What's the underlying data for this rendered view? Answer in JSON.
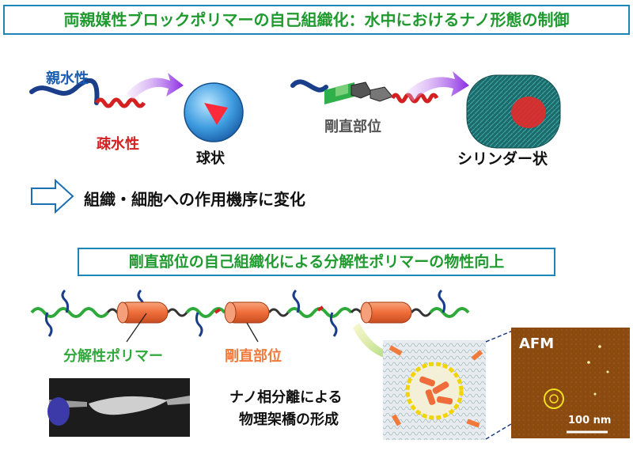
{
  "top_banner": "両親媒性ブロックポリマーの自己組織化：水中におけるナノ形態の制御",
  "labels": {
    "hydrophilic": "親水性",
    "hydrophobic": "疎水性",
    "sphere": "球状",
    "rigid": "剛直部位",
    "cylinder": "シリンダー状",
    "effect": "組織・細胞への作用機序に変化"
  },
  "mid_banner": "剛直部位の自己組織化による分解性ポリマーの物性向上",
  "bottom": {
    "degradable": "分解性ポリマー",
    "rigid": "剛直部位",
    "crosslink_line1": "ナノ相分離による",
    "crosslink_line2": "物理架橋の形成",
    "afm": "AFM",
    "scale": "100 nm"
  },
  "colors": {
    "banner_border": "#1b86b8",
    "banner_text": "#1e9a2e",
    "hydrophilic": "#1a5fb4",
    "hydrophobic": "#d42020",
    "rigid_orange": "#f07a3c",
    "arrow_purple": "#8a2be2"
  }
}
